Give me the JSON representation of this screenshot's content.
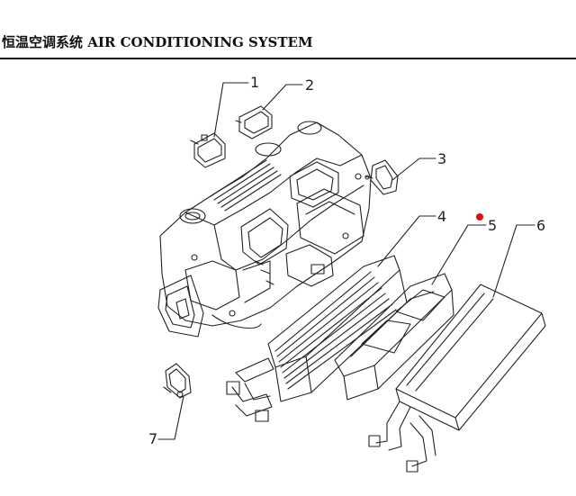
{
  "header": {
    "title": "恒温空调系统 AIR CONDITIONING SYSTEM"
  },
  "callouts": [
    {
      "label": "1"
    },
    {
      "label": "2"
    },
    {
      "label": "3"
    },
    {
      "label": "4"
    },
    {
      "label": "5"
    },
    {
      "label": "6"
    },
    {
      "label": "7"
    }
  ],
  "marker": {
    "color": "#e01010"
  },
  "colors": {
    "ink": "#222222",
    "background": "#ffffff"
  }
}
